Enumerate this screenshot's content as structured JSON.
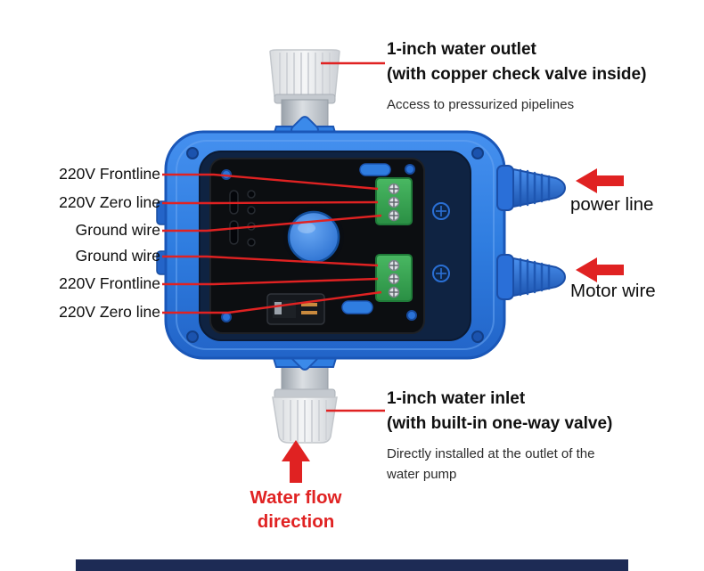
{
  "colors": {
    "accent_red": "#e02222",
    "device_blue": "#2f7de0",
    "terminal_green": "#2f9e4e",
    "footer_bar_navy": "#1d2b55"
  },
  "callouts": {
    "outlet": {
      "title": "1-inch water outlet",
      "subtitle": "(with copper check valve inside)",
      "note": "Access to pressurized pipelines"
    },
    "inlet": {
      "title": "1-inch water inlet",
      "subtitle": "(with built-in one-way valve)",
      "note": "Directly installed at the outlet of the water pump"
    },
    "left_labels": [
      "220V Frontline",
      "220V Zero line",
      "Ground wire",
      "Ground wire",
      "220V Frontline",
      "220V Zero line"
    ],
    "power_line_label": "power line",
    "motor_wire_label": "Motor wire",
    "water_flow_label": "Water flow direction"
  }
}
